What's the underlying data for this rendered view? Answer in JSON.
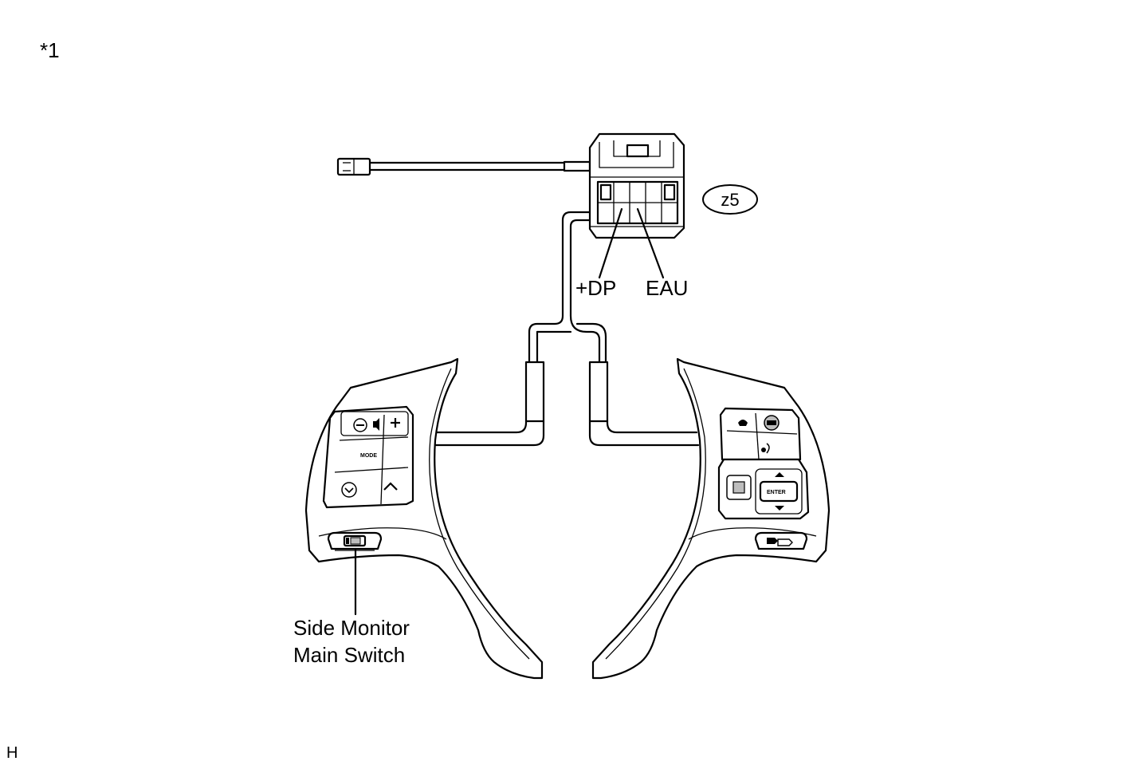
{
  "figure": {
    "ref_mark": "*1",
    "corner_code": "H",
    "connector_code": "z5",
    "terminals": [
      "+DP",
      "EAU"
    ],
    "switch_label_line1": "Side Monitor",
    "switch_label_line2": "Main Switch",
    "left_switch_buttons": {
      "mode": "MODE"
    },
    "right_switch_buttons": {
      "enter": "ENTER"
    }
  }
}
